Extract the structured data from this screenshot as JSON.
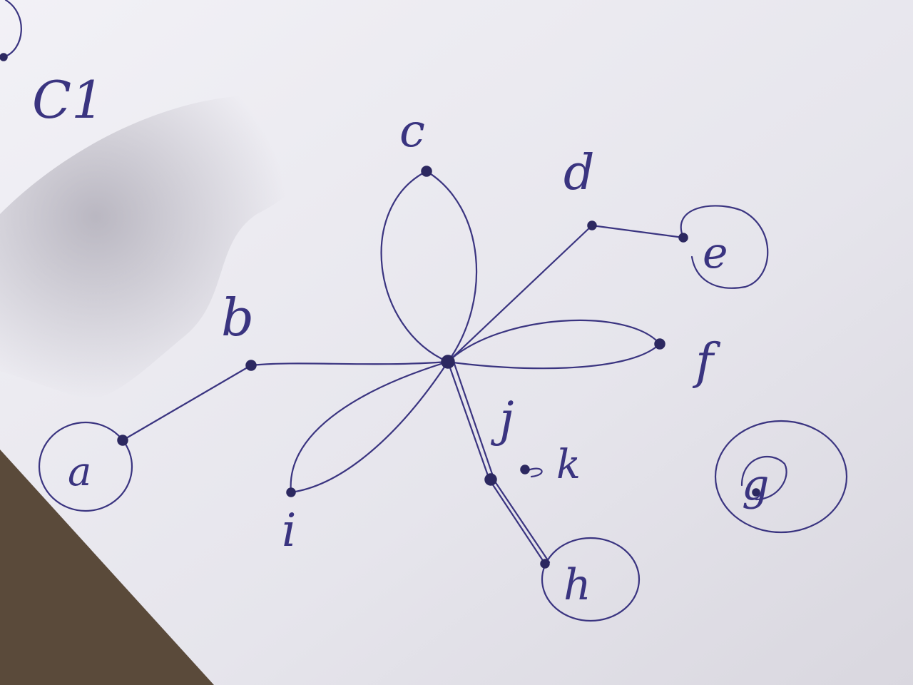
{
  "diagram": {
    "corner_label": "C1",
    "center_vertex": "",
    "vertices": {
      "a": "a",
      "b": "b",
      "c": "c",
      "d": "d",
      "e": "e",
      "f": "f",
      "g": "g",
      "h": "h",
      "i": "i",
      "j": "j",
      "k": "k"
    }
  },
  "colors": {
    "ink": "#3a3480",
    "paper": "#e9e8ee",
    "table": "#5a4a3a"
  }
}
